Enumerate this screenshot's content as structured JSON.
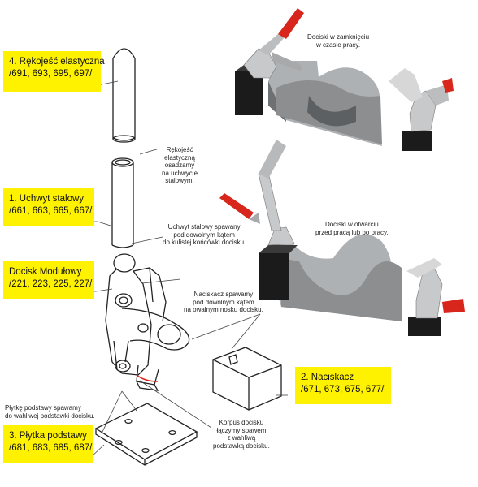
{
  "labels": {
    "handle": {
      "title": "4. Rękojeść elastyczna",
      "codes": "/691, 693, 695, 697/"
    },
    "steel_handle": {
      "title": "1. Uchwyt stalowy",
      "codes": "/661, 663, 665, 667/"
    },
    "clamp": {
      "title": "Docisk Modułowy",
      "codes": "/221, 223, 225, 227/"
    },
    "press": {
      "title": "2. Naciskacz",
      "codes": "/671, 673, 675, 677/"
    },
    "base": {
      "title": "3. Płytka podstawy",
      "codes": "/681, 683, 685, 687/"
    }
  },
  "notes": {
    "closed": [
      "Dociski w zamknięciu",
      "w czasie pracy."
    ],
    "grip": [
      "Rękojeść",
      "elastyczną",
      "osadzamy",
      "na uchwycie",
      "stalowym."
    ],
    "steel_weld": [
      "Uchwyt stalowy spawany",
      "pod dowolnym kątem",
      "do kulistej końcówki docisku."
    ],
    "open": [
      "Dociski w otwarciu",
      "przed pracą lub po pracy."
    ],
    "press_weld": [
      "Naciskacz spawamy",
      "pod dowolnym kątem",
      "na owalnym nosku docisku."
    ],
    "plate_weld": [
      "Płytkę podstawy spawamy",
      "do wahliwej podstawki docisku."
    ],
    "body_weld": [
      "Korpus docisku",
      "łączymy spawem",
      "z wahliwą",
      "podstawką docisku."
    ]
  },
  "colors": {
    "label_bg": "#fff200",
    "grip_red": "#d9261c",
    "fixture_gray": "#8c8c8c"
  }
}
